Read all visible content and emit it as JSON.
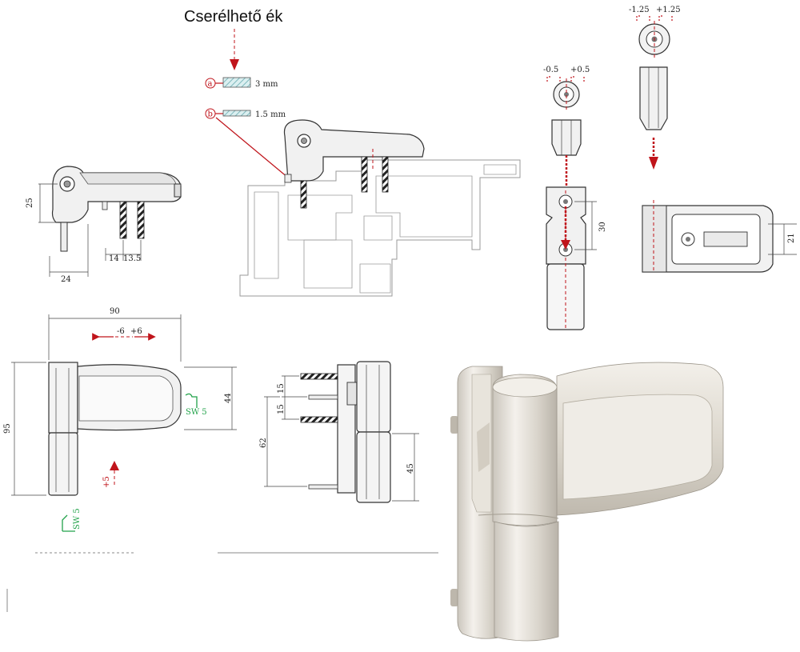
{
  "title": "Cserélhető ék",
  "shims": {
    "a": {
      "marker": "a",
      "thickness": "3 mm"
    },
    "b": {
      "marker": "b",
      "thickness": "1.5 mm"
    }
  },
  "colors": {
    "dimension_red": "#c0141b",
    "tool_green": "#22a24a",
    "line": "#333333",
    "fill": "#f1f1f1"
  },
  "side_view": {
    "height": "25",
    "base_width": "24",
    "pin_spacing_1": "14",
    "pin_spacing_2": "13.5"
  },
  "top_adjust_small": {
    "minus": "-0.5",
    "plus": "+0.5"
  },
  "top_adjust_large": {
    "minus": "-1.25",
    "plus": "+1.25"
  },
  "bushing_view": {
    "hole_spacing": "30"
  },
  "plate_view": {
    "height": "21"
  },
  "front_view": {
    "width": "90",
    "lateral_minus": "-6",
    "lateral_plus": "+6",
    "height": "95",
    "flag_height": "44",
    "vertical_adjust": "+5",
    "wrench_label": "SW 5",
    "wrench_label_2": "SW 5"
  },
  "profile_view": {
    "pin_gap_1": "15",
    "pin_gap_2": "15",
    "pin_total": "62",
    "lower_height": "45"
  }
}
